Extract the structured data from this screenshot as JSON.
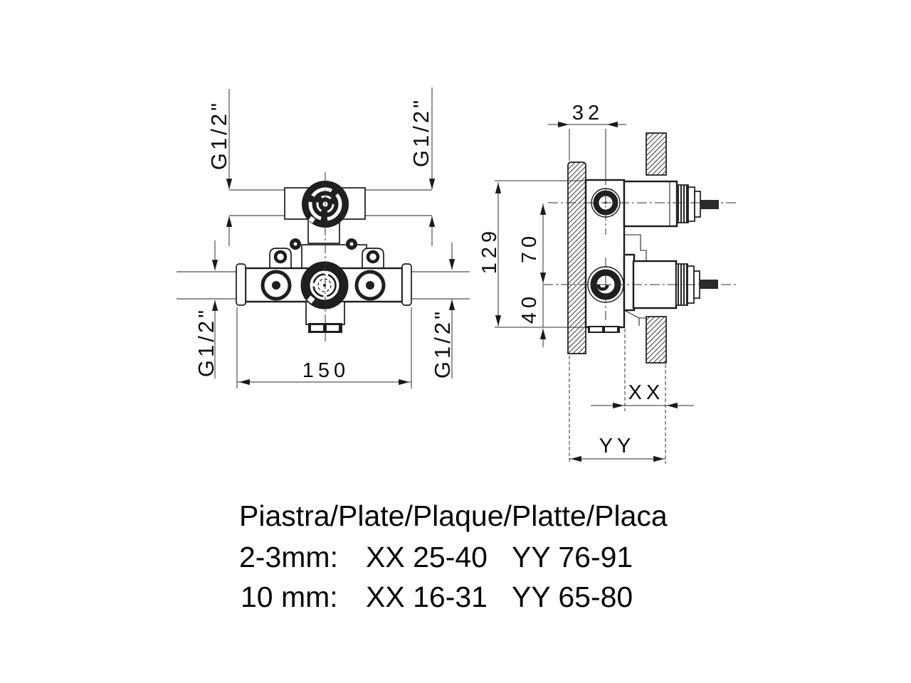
{
  "drawing": {
    "front_view": {
      "thread_top_left": "G1/2\"",
      "thread_top_right": "G1/2\"",
      "thread_bottom_left": "G1/2\"",
      "thread_bottom_right": "G1/2\"",
      "width": "150"
    },
    "side_view": {
      "depth": "32",
      "height": "129",
      "port_spacing": "70",
      "bottom_offset": "40",
      "xx": "XX",
      "yy": "YY"
    },
    "plate_note": {
      "title": "Piastra/Plate/Plaque/Platte/Placa",
      "rows": [
        {
          "thickness": "2-3mm:",
          "xx_range": "XX 25-40",
          "yy_range": "YY 76-91"
        },
        {
          "thickness": "10 mm:",
          "xx_range": "XX 16-31",
          "yy_range": "YY 65-80"
        }
      ]
    }
  }
}
